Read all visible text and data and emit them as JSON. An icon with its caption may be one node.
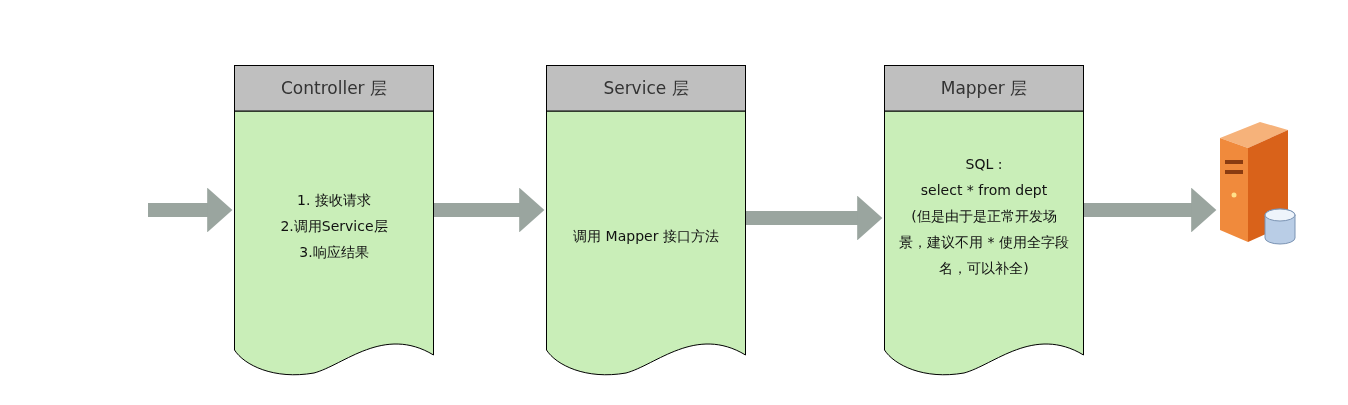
{
  "diagram": {
    "nodes": [
      {
        "text": [
          "Controller 层",
          "1. 接收请求",
          "2.调用Service层",
          "3.响应结果"
        ]
      },
      {
        "text": [
          "Service 层",
          "调用 Mapper 接口方法"
        ]
      },
      {
        "text": [
          "Mapper 层",
          "SQL :",
          "select * from dept",
          "(但是由于是正常开发场景，建议不用 * 使用全字段名，可以补全)"
        ]
      },
      {
        "text": [],
        "shape": "picture"
      }
    ],
    "edges": [
      {
        "from": null,
        "to": 0,
        "arrow": "to"
      },
      {
        "from": 0,
        "to": 1,
        "arrow": "to"
      },
      {
        "from": 1,
        "to": 2,
        "arrow": "to"
      },
      {
        "from": 2,
        "to": 3,
        "arrow": "to"
      }
    ]
  }
}
